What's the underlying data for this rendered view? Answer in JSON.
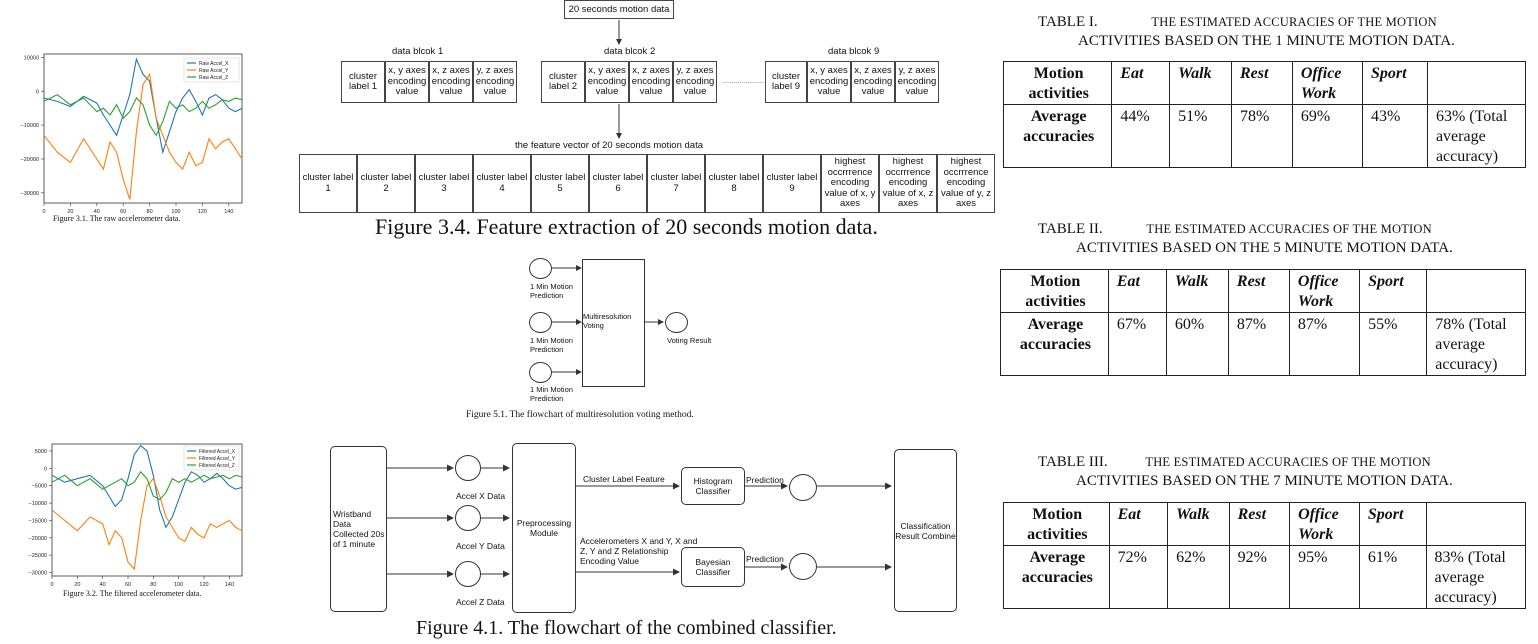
{
  "fig31": {
    "caption": "Figure 3.1. The raw accelerometer data.",
    "legend": [
      "Raw Accel_X",
      "Raw Accel_Y",
      "Raw Accel_Z"
    ],
    "yticks": [
      "10000",
      "0",
      "−10000",
      "−20000",
      "−30000"
    ],
    "xticks": [
      "0",
      "20",
      "40",
      "60",
      "80",
      "100",
      "120",
      "140"
    ]
  },
  "fig32": {
    "caption": "Figure 3.2. The filtered accelerometer data.",
    "legend": [
      "Filtered Accel_X",
      "Filtered Accel_Y",
      "Filtered Accel_Z"
    ],
    "yticks": [
      "5000",
      "0",
      "−5000",
      "−10000",
      "−15000",
      "−20000",
      "−25000",
      "−30000"
    ],
    "xticks": [
      "0",
      "20",
      "40",
      "60",
      "80",
      "100",
      "120",
      "140"
    ]
  },
  "chart_data": [
    {
      "type": "line",
      "title": "",
      "xlim": [
        0,
        150
      ],
      "ylim": [
        -33000,
        11000
      ],
      "series": [
        {
          "name": "Raw Accel_X",
          "color": "#1f77b4",
          "x": [
            0,
            10,
            20,
            30,
            40,
            45,
            50,
            55,
            60,
            65,
            70,
            75,
            80,
            85,
            90,
            95,
            100,
            105,
            110,
            115,
            120,
            125,
            130,
            135,
            140,
            145,
            150
          ],
          "y": [
            -2000,
            -3000,
            -4500,
            -1500,
            -3500,
            -7000,
            -10000,
            -13000,
            -7000,
            -1000,
            9500,
            5000,
            3000,
            -8000,
            -18000,
            -12000,
            -6000,
            -2000,
            500,
            -3000,
            -7000,
            -2000,
            -1000,
            -2500,
            -5000,
            -6000,
            -5000
          ]
        },
        {
          "name": "Raw Accel_Y",
          "color": "#ff7f0e",
          "x": [
            0,
            10,
            20,
            30,
            40,
            45,
            50,
            55,
            60,
            65,
            70,
            75,
            80,
            85,
            90,
            95,
            100,
            105,
            110,
            115,
            120,
            125,
            130,
            135,
            140,
            145,
            150
          ],
          "y": [
            -13000,
            -18000,
            -21000,
            -14000,
            -20000,
            -23000,
            -15000,
            -18000,
            -26000,
            -32000,
            -12000,
            2000,
            5000,
            -8000,
            -13000,
            -18000,
            -21000,
            -23000,
            -18000,
            -22000,
            -21000,
            -14000,
            -17000,
            -15000,
            -14000,
            -17000,
            -20000
          ]
        },
        {
          "name": "Raw Accel_Z",
          "color": "#2ca02c",
          "x": [
            0,
            10,
            20,
            30,
            40,
            45,
            50,
            55,
            60,
            65,
            70,
            75,
            80,
            85,
            90,
            95,
            100,
            105,
            110,
            115,
            120,
            125,
            130,
            135,
            140,
            145,
            150
          ],
          "y": [
            -3000,
            -1000,
            -4000,
            -2000,
            -6000,
            -5000,
            -7000,
            -4000,
            -8000,
            -6000,
            -2000,
            -4000,
            -10000,
            -13000,
            -9000,
            -3000,
            -5000,
            -4000,
            -6000,
            -5000,
            -3000,
            -5000,
            -4000,
            -2500,
            -3000,
            -2000,
            -2500
          ]
        }
      ]
    },
    {
      "type": "line",
      "title": "",
      "xlim": [
        0,
        150
      ],
      "ylim": [
        -31000,
        7000
      ],
      "series": [
        {
          "name": "Filtered Accel_X",
          "color": "#1f77b4",
          "x": [
            0,
            10,
            20,
            30,
            40,
            45,
            50,
            55,
            60,
            65,
            70,
            75,
            80,
            85,
            90,
            95,
            100,
            105,
            110,
            115,
            120,
            125,
            130,
            135,
            140,
            145,
            150
          ],
          "y": [
            -2000,
            -4000,
            -3000,
            -2000,
            -5000,
            -8000,
            -11000,
            -9000,
            -3000,
            4000,
            6500,
            5000,
            -2000,
            -12000,
            -17000,
            -14000,
            -9000,
            -4000,
            -1000,
            -2000,
            -4000,
            -3000,
            -1500,
            -3000,
            -5000,
            -6000,
            -5500
          ]
        },
        {
          "name": "Filtered Accel_Y",
          "color": "#ff7f0e",
          "x": [
            0,
            10,
            20,
            30,
            40,
            45,
            50,
            55,
            60,
            65,
            70,
            75,
            80,
            85,
            90,
            95,
            100,
            105,
            110,
            115,
            120,
            125,
            130,
            135,
            140,
            145,
            150
          ],
          "y": [
            -12000,
            -15000,
            -18000,
            -14000,
            -16000,
            -22000,
            -18000,
            -20000,
            -27000,
            -29000,
            -15000,
            -5000,
            -3000,
            -8000,
            -14000,
            -17000,
            -20000,
            -21000,
            -17000,
            -19000,
            -20000,
            -16000,
            -17000,
            -16000,
            -15000,
            -17000,
            -18000
          ]
        },
        {
          "name": "Filtered Accel_Z",
          "color": "#2ca02c",
          "x": [
            0,
            10,
            20,
            30,
            40,
            45,
            50,
            55,
            60,
            65,
            70,
            75,
            80,
            85,
            90,
            95,
            100,
            105,
            110,
            115,
            120,
            125,
            130,
            135,
            140,
            145,
            150
          ],
          "y": [
            -4000,
            -2000,
            -5000,
            -3000,
            -6000,
            -5000,
            -4000,
            -3000,
            -5000,
            -4000,
            -1000,
            -3000,
            -8000,
            -9000,
            -7000,
            -3000,
            -4000,
            -3000,
            -4000,
            -3000,
            -2000,
            -3000,
            -2500,
            -2000,
            -3000,
            -2000,
            -2500
          ]
        }
      ]
    }
  ],
  "fig34": {
    "caption": "Figure 3.4. Feature extraction of 20 seconds motion data.",
    "top_box": "20 seconds motion data",
    "blocks": [
      {
        "title": "data blcok 1",
        "cells": [
          "cluster label 1",
          "x, y axes encoding value",
          "x, z axes encoding value",
          "y, z axes encoding value"
        ]
      },
      {
        "title": "data blcok 2",
        "cells": [
          "cluster label 2",
          "x, y axes encoding value",
          "x, z axes encoding value",
          "y, z axes encoding value"
        ]
      },
      {
        "title": "data blcok 9",
        "cells": [
          "cluster label 9",
          "x, y axes encoding value",
          "x, z axes encoding value",
          "y, z axes encoding value"
        ]
      }
    ],
    "ellipsis": "........................",
    "vector_title": "the feature vector of 20 seconds motion data",
    "vector": [
      "cluster label 1",
      "cluster label 2",
      "cluster label 3",
      "cluster label 4",
      "cluster label 5",
      "cluster label 6",
      "cluster label 7",
      "cluster label 8",
      "cluster label 9",
      "highest occrrrence encoding value of x, y axes",
      "highest occrrrence encoding value of x, z axes",
      "highest occrrrence encoding value of y, z axes"
    ]
  },
  "fig51": {
    "caption": "Figure 5.1. The flowchart of multiresolution voting method.",
    "inputs": [
      "1 Min Motion Prediction",
      "1 Min Motion Prediction",
      "1 Min Motion Prediction"
    ],
    "box": "Multiresolution Voting",
    "output": "Voting Result"
  },
  "fig41": {
    "caption": "Figure 4.1. The flowchart of the combined classifier.",
    "source": "Wristband Data Collected 20s of 1 minute",
    "axes": [
      "Accel X Data",
      "Accel Y Data",
      "Accel Z Data"
    ],
    "preprocessing": "Preprocessing Module",
    "feature_top": "Cluster Label Feature",
    "feature_bottom": "Accelerometers X and Y, X and Z, Y and Z Relationship Encoding Value",
    "classifier_top": "Histogram Classifier",
    "classifier_bottom": "Bayesian Classifier",
    "prediction": "Prediction",
    "combine": "Classification Result Combine"
  },
  "tables": [
    {
      "number": "TABLE I.",
      "title_line1": "The estimated accuracies of the motion",
      "title_line2": "activities based on the 1 minute motion data.",
      "header_label": "Motion activities",
      "activities": [
        "Eat",
        "Walk",
        "Rest",
        "Office Work",
        "Sport"
      ],
      "row_label": "Average accuracies",
      "values": [
        "44%",
        "51%",
        "78%",
        "69%",
        "43%"
      ],
      "total": "63% (Total average accuracy)"
    },
    {
      "number": "TABLE II.",
      "title_line1": "The estimated accuracies of the motion",
      "title_line2": "activities based on the 5 minute motion data.",
      "header_label": "Motion activities",
      "activities": [
        "Eat",
        "Walk",
        "Rest",
        "Office Work",
        "Sport"
      ],
      "row_label": "Average accuracies",
      "values": [
        "67%",
        "60%",
        "87%",
        "87%",
        "55%"
      ],
      "total": "78% (Total average accuracy)"
    },
    {
      "number": "TABLE III.",
      "title_line1": "The estimated accuracies of the motion",
      "title_line2": "activities based on the 7 minute motion data.",
      "header_label": "Motion activities",
      "activities": [
        "Eat",
        "Walk",
        "Rest",
        "Office Work",
        "Sport"
      ],
      "row_label": "Average accuracies",
      "values": [
        "72%",
        "62%",
        "92%",
        "95%",
        "61%"
      ],
      "total": "83% (Total average accuracy)"
    }
  ]
}
